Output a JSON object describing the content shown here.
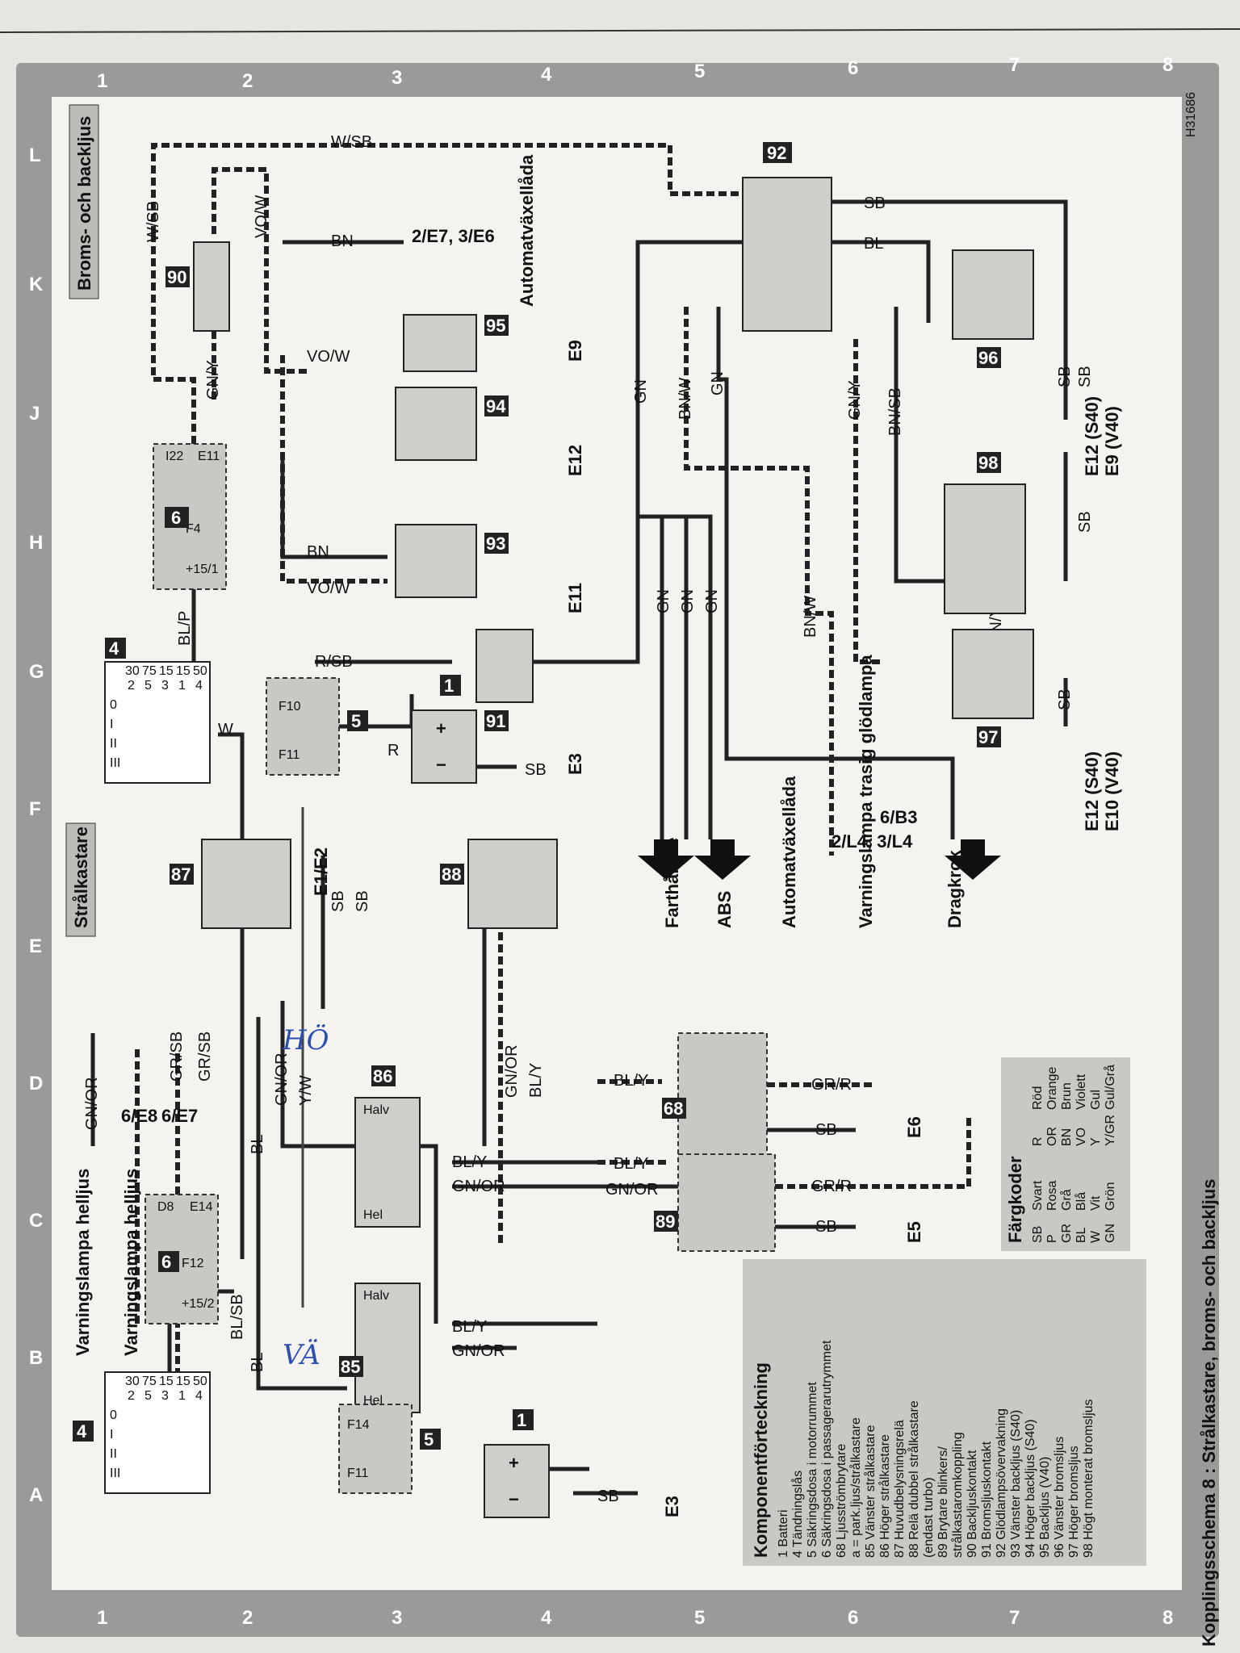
{
  "title": "Kopplingsschema 8 : Strålkastare, broms- och backljus",
  "ref": "H31686",
  "sections": {
    "brake": "Broms- och backljus",
    "headlights": "Strålkastare"
  },
  "grid": {
    "numbers": [
      "1",
      "2",
      "3",
      "4",
      "5",
      "6",
      "7",
      "8"
    ],
    "letters": [
      "A",
      "B",
      "C",
      "D",
      "E",
      "F",
      "G",
      "H",
      "J",
      "K",
      "L"
    ]
  },
  "components": {
    "c1": "1",
    "c4": "4",
    "c5": "5",
    "c6": "6",
    "c68": "68",
    "c85": "85",
    "c86": "86",
    "c87": "87",
    "c88": "88",
    "c89": "89",
    "c90": "90",
    "c91": "91",
    "c92": "92",
    "c93": "93",
    "c94": "94",
    "c95": "95",
    "c96": "96",
    "c97": "97",
    "c98": "98"
  },
  "fuses": {
    "f4": "F4",
    "f10": "F10",
    "f11": "F11",
    "f12": "F12",
    "f14": "F14",
    "i22": "I22",
    "e11": "E11",
    "d8": "D8",
    "e14": "E14",
    "p151": "+15/1",
    "p152": "+15/2"
  },
  "switch_header": [
    "30",
    "75",
    "15",
    "15",
    "50"
  ],
  "switch_header2": [
    "2",
    "5",
    "3",
    "1",
    "4"
  ],
  "switch_rows": [
    "0",
    "I",
    "II",
    "III"
  ],
  "lamp_labels": {
    "hel": "Hel",
    "halv": "Halv"
  },
  "wires": {
    "wsb": "W/SB",
    "bn": "BN",
    "vow": "VO/W",
    "gny": "GN/Y",
    "blp": "BL/P",
    "w": "W",
    "r": "R",
    "rsb": "R/SB",
    "sb": "SB",
    "gn": "GN",
    "bnw": "BN/W",
    "bnsb": "BN/SB",
    "bl": "BL",
    "blsb": "BL/SB",
    "grsb": "GR/SB",
    "gnor": "GN/OR",
    "bly": "BL/Y",
    "yw": "Y/W",
    "grr": "GR/R"
  },
  "connectors": [
    "2/E7, 3/E6",
    "6/E8",
    "6/E7",
    "6/B3",
    "2/L4, 3/L4"
  ],
  "destinations": [
    "Farthållare",
    "ABS",
    "Automatväxellåda",
    "Varningslampa trasig glödlampa",
    "Dragkrok"
  ],
  "top_labels": {
    "auto": "Automatväxellåda",
    "warn1": "Varningslampa helljus",
    "warn2": "Varningslampa helljus"
  },
  "grounds": {
    "e1e2": "E1/E2",
    "e3": "E3",
    "e5": "E5",
    "e6": "E6",
    "e9": "E9",
    "e11": "E11",
    "e12": "E12",
    "e12s40": "E12 (S40)",
    "e9v40": "E9 (V40)",
    "e10v40": "E10 (V40)"
  },
  "handwritten": [
    "VÄ",
    "HÖ"
  ],
  "component_list": {
    "title": "Komponentförteckning",
    "items": [
      "1  Batteri",
      "4  Tändningslås",
      "5  Säkringsdosa i motorrummet",
      "6  Säkringsdosa i passagerarutrymmet",
      "68 Ljusströmbrytare",
      "    a = park.ljus/strålkastare",
      "85 Vänster strålkastare",
      "86 Höger strålkastare",
      "87 Huvudbelysningsrelä",
      "88 Relä dubbel strålkastare",
      "    (endast turbo)",
      "89 Brytare blinkers/",
      "    strålkastaromkoppling",
      "90 Backljuskontakt",
      "91 Bromsljuskontakt",
      "92 Glödlampsövervakning",
      "93 Vänster backljus (S40)",
      "94 Höger backljus (S40)",
      "95 Backljus (V40)",
      "96 Vänster bromsljus",
      "97 Höger bromsljus",
      "98 Högt monterat bromsljus"
    ]
  },
  "color_codes": {
    "title": "Färgkoder",
    "rows": [
      [
        "SB",
        "Svart",
        "R",
        "Röd"
      ],
      [
        "P",
        "Rosa",
        "OR",
        "Orange"
      ],
      [
        "GR",
        "Grå",
        "BN",
        "Brun"
      ],
      [
        "BL",
        "Blå",
        "VO",
        "Violett"
      ],
      [
        "W",
        "Vit",
        "Y",
        "Gul"
      ],
      [
        "GN",
        "Grön",
        "Y/GR",
        "Gul/Grå"
      ]
    ]
  }
}
